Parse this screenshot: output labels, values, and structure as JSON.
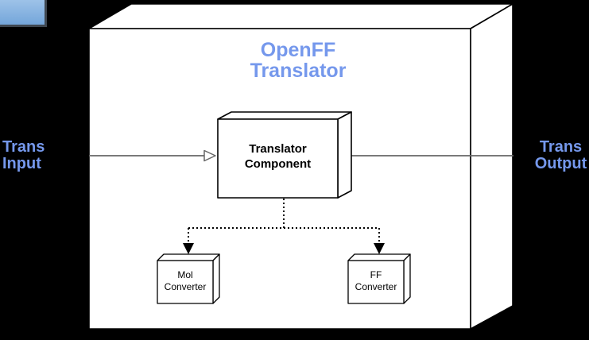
{
  "diagram": {
    "container": {
      "title": "OpenFF\nTranslator"
    },
    "nodes": {
      "translator_component": {
        "label": "Translator\nComponent"
      },
      "mol_converter": {
        "label": "Mol\nConverter"
      },
      "ff_converter": {
        "label": "FF\nConverter"
      }
    },
    "io_labels": {
      "input": "Trans\nInput",
      "output": "Trans\nOutput"
    },
    "edges": [
      {
        "from": "trans-input",
        "to": "translator-component",
        "style": "solid-gray-open-arrow"
      },
      {
        "from": "translator-component",
        "to": "trans-output",
        "style": "solid-gray"
      },
      {
        "from": "translator-component",
        "to": "mol-converter",
        "style": "dotted-black-filled-arrow"
      },
      {
        "from": "translator-component",
        "to": "ff-converter",
        "style": "dotted-black-filled-arrow"
      }
    ],
    "colors": {
      "background": "#000000",
      "shape_fill": "#ffffff",
      "shape_stroke": "#000000",
      "connector_gray": "#666666",
      "label_blue": "#7598EC",
      "swatch_gradient_top": "#9dc2e8",
      "swatch_gradient_bottom": "#74a6da"
    }
  }
}
